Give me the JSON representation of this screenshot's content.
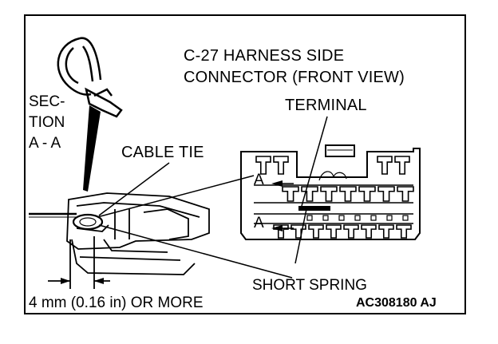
{
  "diagram": {
    "title_line1": "C-27 HARNESS SIDE",
    "title_line2": "CONNECTOR (FRONT VIEW)",
    "terminal_label": "TERMINAL",
    "section_line1": "SEC-",
    "section_line2": "TION",
    "section_line3": "A - A",
    "cable_tie_label": "CABLE TIE",
    "section_marker_upper": "A",
    "section_marker_lower": "A",
    "short_spring_label": "SHORT SPRING",
    "dimension_label": "4 mm (0.16 in) OR MORE",
    "figure_code": "AC308180 AJ"
  },
  "colors": {
    "line": "#000000",
    "background": "#ffffff"
  }
}
